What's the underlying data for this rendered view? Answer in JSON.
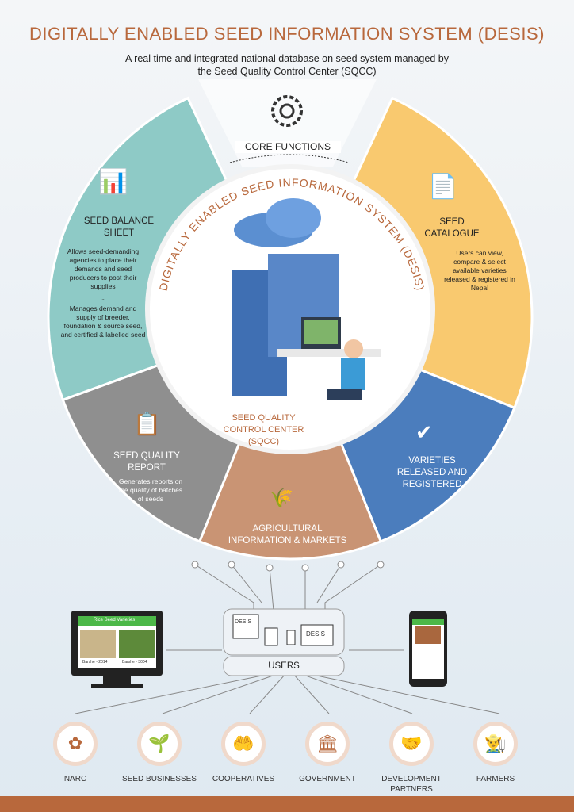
{
  "title": "DIGITALLY ENABLED SEED INFORMATION SYSTEM (DESIS)",
  "subtitle": "A real time and integrated national database on seed system managed by the Seed Quality Control Center (SQCC)",
  "core_functions": "CORE FUNCTIONS",
  "center": {
    "arc_text": "DIGITALLY ENABLED SEED INFORMATION SYSTEM (DESIS)",
    "label": "SEED QUALITY CONTROL CENTER (SQCC)"
  },
  "colors": {
    "teal": "#8ecac6",
    "yellow": "#f9c96f",
    "blue": "#4b7dbd",
    "brown": "#c99474",
    "gray": "#8f8f8f",
    "accent": "#b8683c"
  },
  "segments": [
    {
      "title": "SEED BALANCE SHEET",
      "icon": "balance-sheet-icon",
      "desc1": "Allows seed-demanding agencies to place their demands and seed producers to post their supplies",
      "sep": "...",
      "desc2": "Manages demand and supply of breeder, foundation & source seed, and certified & labelled seed"
    },
    {
      "title": "SEED CATALOGUE",
      "icon": "catalogue-icon",
      "desc1": "Users can view, compare & select available varieties released & registered in Nepal"
    },
    {
      "title": "VARIETIES RELEASED AND REGISTERED",
      "icon": "seed-bag-check-icon"
    },
    {
      "title": "AGRICULTURAL INFORMATION & MARKETS",
      "icon": "wheat-globe-icon"
    },
    {
      "title": "SEED QUALITY REPORT",
      "icon": "clipboard-icon",
      "desc1": "Generates reports on the quality of batches of seeds"
    }
  ],
  "users": {
    "label": "USERS",
    "device_text": "DESIS"
  },
  "monitor": {
    "app_title": "Rice Seed Varieties",
    "card1": "Barshe - 2014",
    "card2": "Barshe - 3004"
  },
  "organizations": [
    {
      "name": "NARC",
      "icon": "narc-logo-icon",
      "glyph": "✿"
    },
    {
      "name": "SEED BUSINESSES",
      "icon": "seedling-hand-icon",
      "glyph": "🌱"
    },
    {
      "name": "COOPERATIVES",
      "icon": "hands-plant-icon",
      "glyph": "🤲"
    },
    {
      "name": "GOVERNMENT",
      "icon": "government-building-icon",
      "glyph": "🏛"
    },
    {
      "name": "DEVELOPMENT PARTNERS",
      "icon": "handshake-icon",
      "glyph": "🤝"
    },
    {
      "name": "FARMERS",
      "icon": "farmer-icon",
      "glyph": "👨‍🌾"
    }
  ]
}
